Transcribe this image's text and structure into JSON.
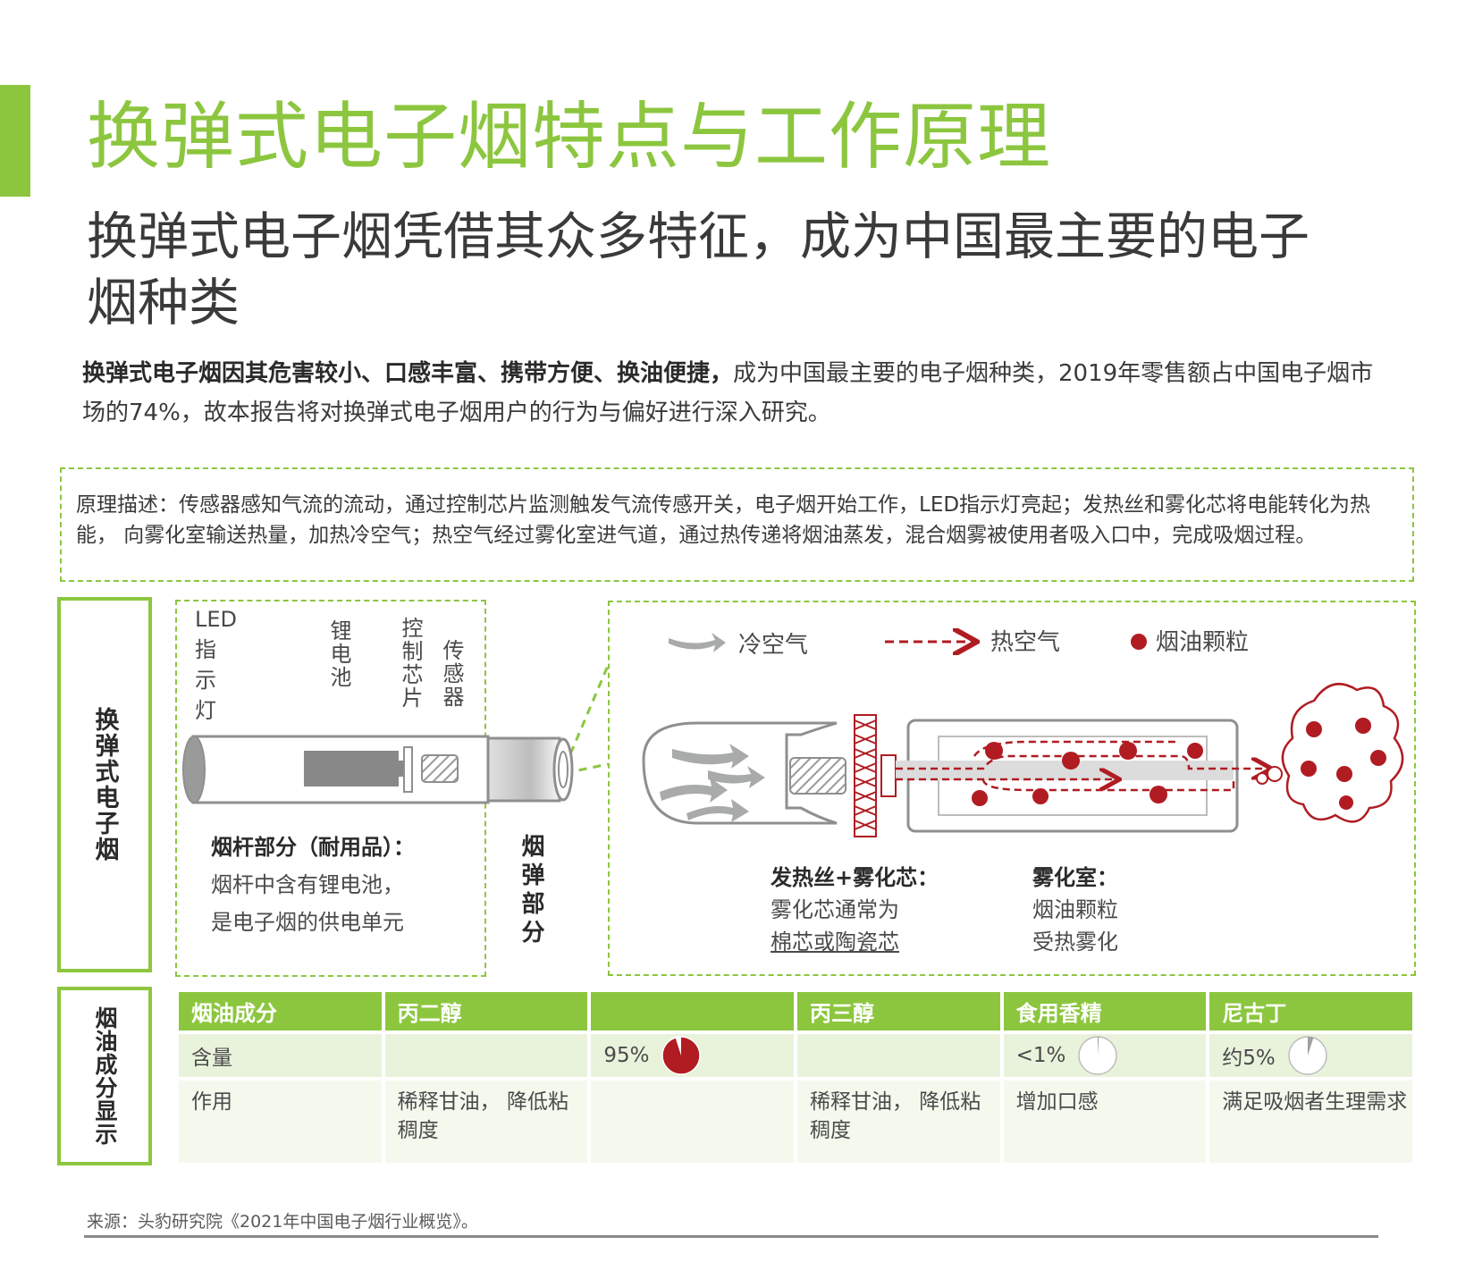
{
  "title": "换弹式电子烟特点与工作原理",
  "subtitle": "换弹式电子烟凭借其众多特征，成为中国最主要的电子烟种类",
  "intro": {
    "bold": "换弹式电子烟因其危害较小、口感丰富、携带方便、换油便捷，",
    "rest": "成为中国最主要的电子烟种类，2019年零售额占中国电子烟市场的74%，故本报告将对换弹式电子烟用户的行为与偏好进行深入研究。"
  },
  "principle": "原理描述：传感器感知气流的流动，通过控制芯片监测触发气流传感开关，电子烟开始工作，LED指示灯亮起；发热丝和雾化芯将电能转化为热能， 向雾化室输送热量，加热冷空气；热空气经过雾化室进气道，通过热传递将烟油蒸发，混合烟雾被使用者吸入口中，完成吸烟过程。",
  "side_labels": {
    "ecig": "换弹式电子烟",
    "oil": "烟油成分显示"
  },
  "rod_labels": {
    "led": "LED指示灯",
    "battery": "锂电池",
    "chip": "控制芯片",
    "sensor": "传感器"
  },
  "legend": {
    "cold_air": "冷空气",
    "hot_air": "热空气",
    "oil_particle": "烟油颗粒"
  },
  "captions": {
    "rod_title": "烟杆部分（耐用品）：",
    "rod_line1": "烟杆中含有锂电池，",
    "rod_line2": "是电子烟的供电单元",
    "cartridge": "烟弹部分",
    "heater_title": "发热丝+雾化芯：",
    "heater_line1": "雾化芯通常为",
    "heater_line2": "棉芯或陶瓷芯",
    "chamber_title": "雾化室：",
    "chamber_line1": "烟油颗粒",
    "chamber_line2": "受热雾化"
  },
  "table": {
    "headers": [
      "烟油成分",
      "丙二醇",
      "",
      "丙三醇",
      "食用香精",
      "尼古丁"
    ],
    "content_label": "含量",
    "content_values": [
      "",
      "95%",
      "",
      "<1%",
      "约5%"
    ],
    "effect_label": "作用",
    "effect_values": [
      "稀释甘油， 降低粘稠度",
      "",
      "稀释甘油， 降低粘稠度",
      "增加口感",
      "满足吸烟者生理需求"
    ],
    "pie_fractions": [
      0.95,
      0.01,
      0.05
    ]
  },
  "colors": {
    "accent": "#8cc63f",
    "oil_red": "#b01c22",
    "cold_air_gray": "#a9aaaa"
  },
  "footer": "来源：头豹研究院《2021年中国电子烟行业概览》。"
}
